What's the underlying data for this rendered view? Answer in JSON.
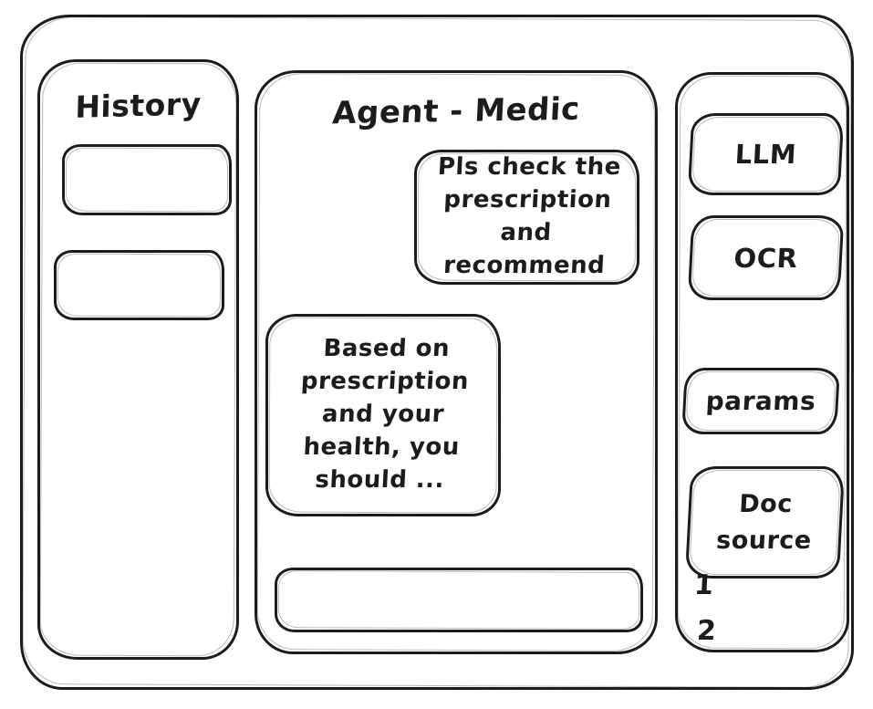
{
  "colors": {
    "ink": "#1c1c1c",
    "bg": "#ffffff"
  },
  "sidebar": {
    "title": "History",
    "items": [
      {
        "label": ""
      },
      {
        "label": ""
      }
    ]
  },
  "chat": {
    "title": "Agent - Medic",
    "messages": [
      {
        "role": "user",
        "text": "Pls check the\nprescription\nand recommend"
      },
      {
        "role": "assistant",
        "text": "Based on\nprescription\nand your\nhealth, you\nshould ..."
      }
    ],
    "input": {
      "value": ""
    }
  },
  "tools": {
    "buttons": [
      {
        "label": "LLM"
      },
      {
        "label": "OCR"
      },
      {
        "label": "params"
      },
      {
        "label": "Doc source"
      }
    ],
    "doc_source_items": [
      "1",
      "2"
    ]
  }
}
